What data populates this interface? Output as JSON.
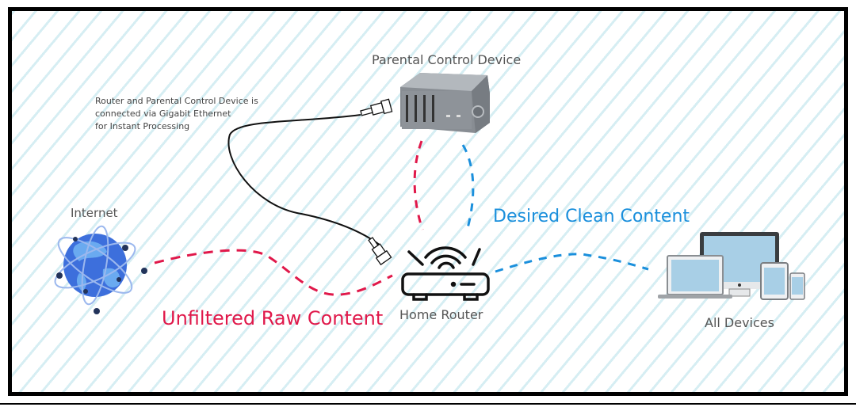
{
  "labels": {
    "note_line1": "Router and Parental Control Device is",
    "note_line2": "connected via Gigabit Ethernet",
    "note_line3": "for Instant Processing",
    "parental_device": "Parental Control Device",
    "internet": "Internet",
    "home_router": "Home Router",
    "all_devices": "All Devices",
    "unfiltered": "Unfiltered Raw Content",
    "desired": "Desired Clean Content"
  },
  "icons": {
    "parental_device": "parental-control-box-icon",
    "internet": "globe-network-icon",
    "router": "wifi-router-icon",
    "devices": "multi-device-icon",
    "cable": "ethernet-cable-icon"
  },
  "colors": {
    "raw_flow": "#e0184a",
    "clean_flow": "#1a8fdc",
    "hatch": "#d6eef3",
    "border": "#000000"
  }
}
